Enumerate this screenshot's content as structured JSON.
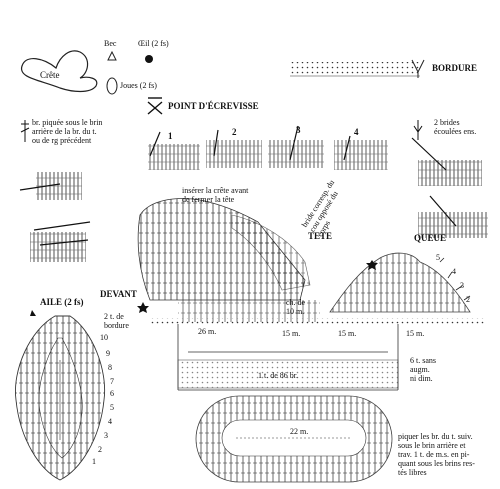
{
  "legend": {
    "crete": "Crête",
    "bec": "Bec",
    "oeil": "Œil (2 fs)",
    "joues": "Joues (2 fs)",
    "bordure": "BORDURE",
    "point_ecrevisse": "POINT D'ÉCREVISSE",
    "steps": [
      "1",
      "2",
      "3",
      "4"
    ],
    "br_piquee": "br. piquée sous le brin\narrière de la br. du t.\nou de rg précédent",
    "deux_brides": "2 brides\nécoulées ens."
  },
  "body": {
    "inserer": "insérer la crête avant\nde fermer la tête",
    "tete": "TETE",
    "bride_corresp": "bride corresp. du\ncou opposé du\ncorps",
    "queue": "QUEUE",
    "queue_rows": [
      "5",
      "4",
      "3",
      "2"
    ],
    "devant": "DEVANT",
    "ch": "ch. de\n10 m.",
    "m26": "26 m.",
    "m15a": "15 m.",
    "m15b": "15 m.",
    "m15c": "15 m.",
    "six_t": "6 t. sans\naugm.\nni dim.",
    "un_t": "1 t. de 86 br.",
    "m22": "22 m.",
    "piquer": "piquer les br. du t. suiv.\nsous le brin arrière et\ntrav. 1 t. de m.s. en pi-\nquant sous les brins res-\ntés libres"
  },
  "aile": {
    "title": "AILE (2 fs)",
    "bordure_note": "2 t. de\nbordure",
    "rows": [
      "10",
      "9",
      "8",
      "7",
      "6",
      "5",
      "4",
      "3",
      "2",
      "1"
    ]
  }
}
